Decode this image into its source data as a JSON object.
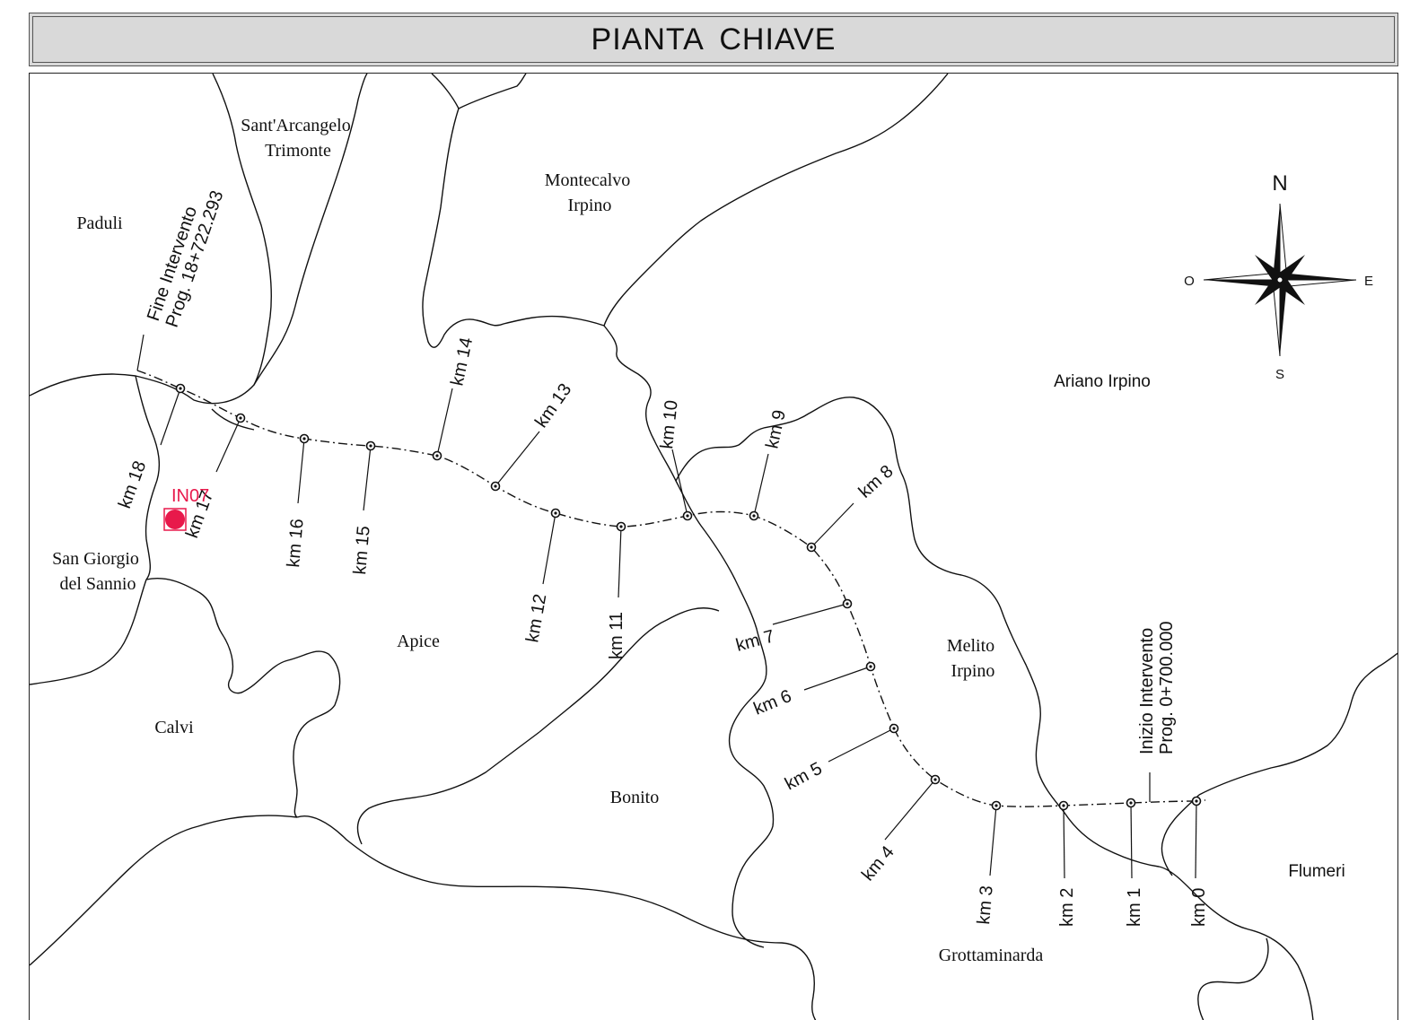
{
  "title": "PIANTA CHIAVE",
  "colors": {
    "ink": "#111111",
    "frame": "#222222",
    "title_bg": "#d9d9d9",
    "marker": "#e8194b"
  },
  "compass": {
    "north": "N",
    "south": "S",
    "east": "E",
    "west": "O"
  },
  "towns": [
    {
      "id": "sant-arcangelo",
      "lines": [
        "Sant'Arcangelo",
        "Trimonte"
      ]
    },
    {
      "id": "paduli",
      "lines": [
        "Paduli"
      ]
    },
    {
      "id": "montecalvo",
      "lines": [
        "Montecalvo",
        "Irpino"
      ]
    },
    {
      "id": "ariano",
      "lines": [
        "Ariano Irpino"
      ]
    },
    {
      "id": "san-giorgio",
      "lines": [
        "San Giorgio",
        "del Sannio"
      ]
    },
    {
      "id": "apice",
      "lines": [
        "Apice"
      ]
    },
    {
      "id": "calvi",
      "lines": [
        "Calvi"
      ]
    },
    {
      "id": "melito",
      "lines": [
        "Melito",
        "Irpino"
      ]
    },
    {
      "id": "bonito",
      "lines": [
        "Bonito"
      ]
    },
    {
      "id": "flumeri",
      "lines": [
        "Flumeri"
      ]
    },
    {
      "id": "grottaminarda",
      "lines": [
        "Grottaminarda"
      ]
    }
  ],
  "route_end": {
    "lines": [
      "Fine Intervento",
      "Prog. 18+722.293"
    ]
  },
  "route_start": {
    "lines": [
      "Inizio Intervento",
      "Prog. 0+700.000"
    ]
  },
  "marker": {
    "label": "IN07"
  },
  "kilometers": [
    {
      "label": "km 0"
    },
    {
      "label": "km 1"
    },
    {
      "label": "km 2"
    },
    {
      "label": "km 3"
    },
    {
      "label": "km 4"
    },
    {
      "label": "km 5"
    },
    {
      "label": "km 6"
    },
    {
      "label": "km 7"
    },
    {
      "label": "km 8"
    },
    {
      "label": "km 9"
    },
    {
      "label": "km 10"
    },
    {
      "label": "km 11"
    },
    {
      "label": "km 12"
    },
    {
      "label": "km 13"
    },
    {
      "label": "km 14"
    },
    {
      "label": "km 15"
    },
    {
      "label": "km 16"
    },
    {
      "label": "km 17"
    },
    {
      "label": "km 18"
    }
  ]
}
